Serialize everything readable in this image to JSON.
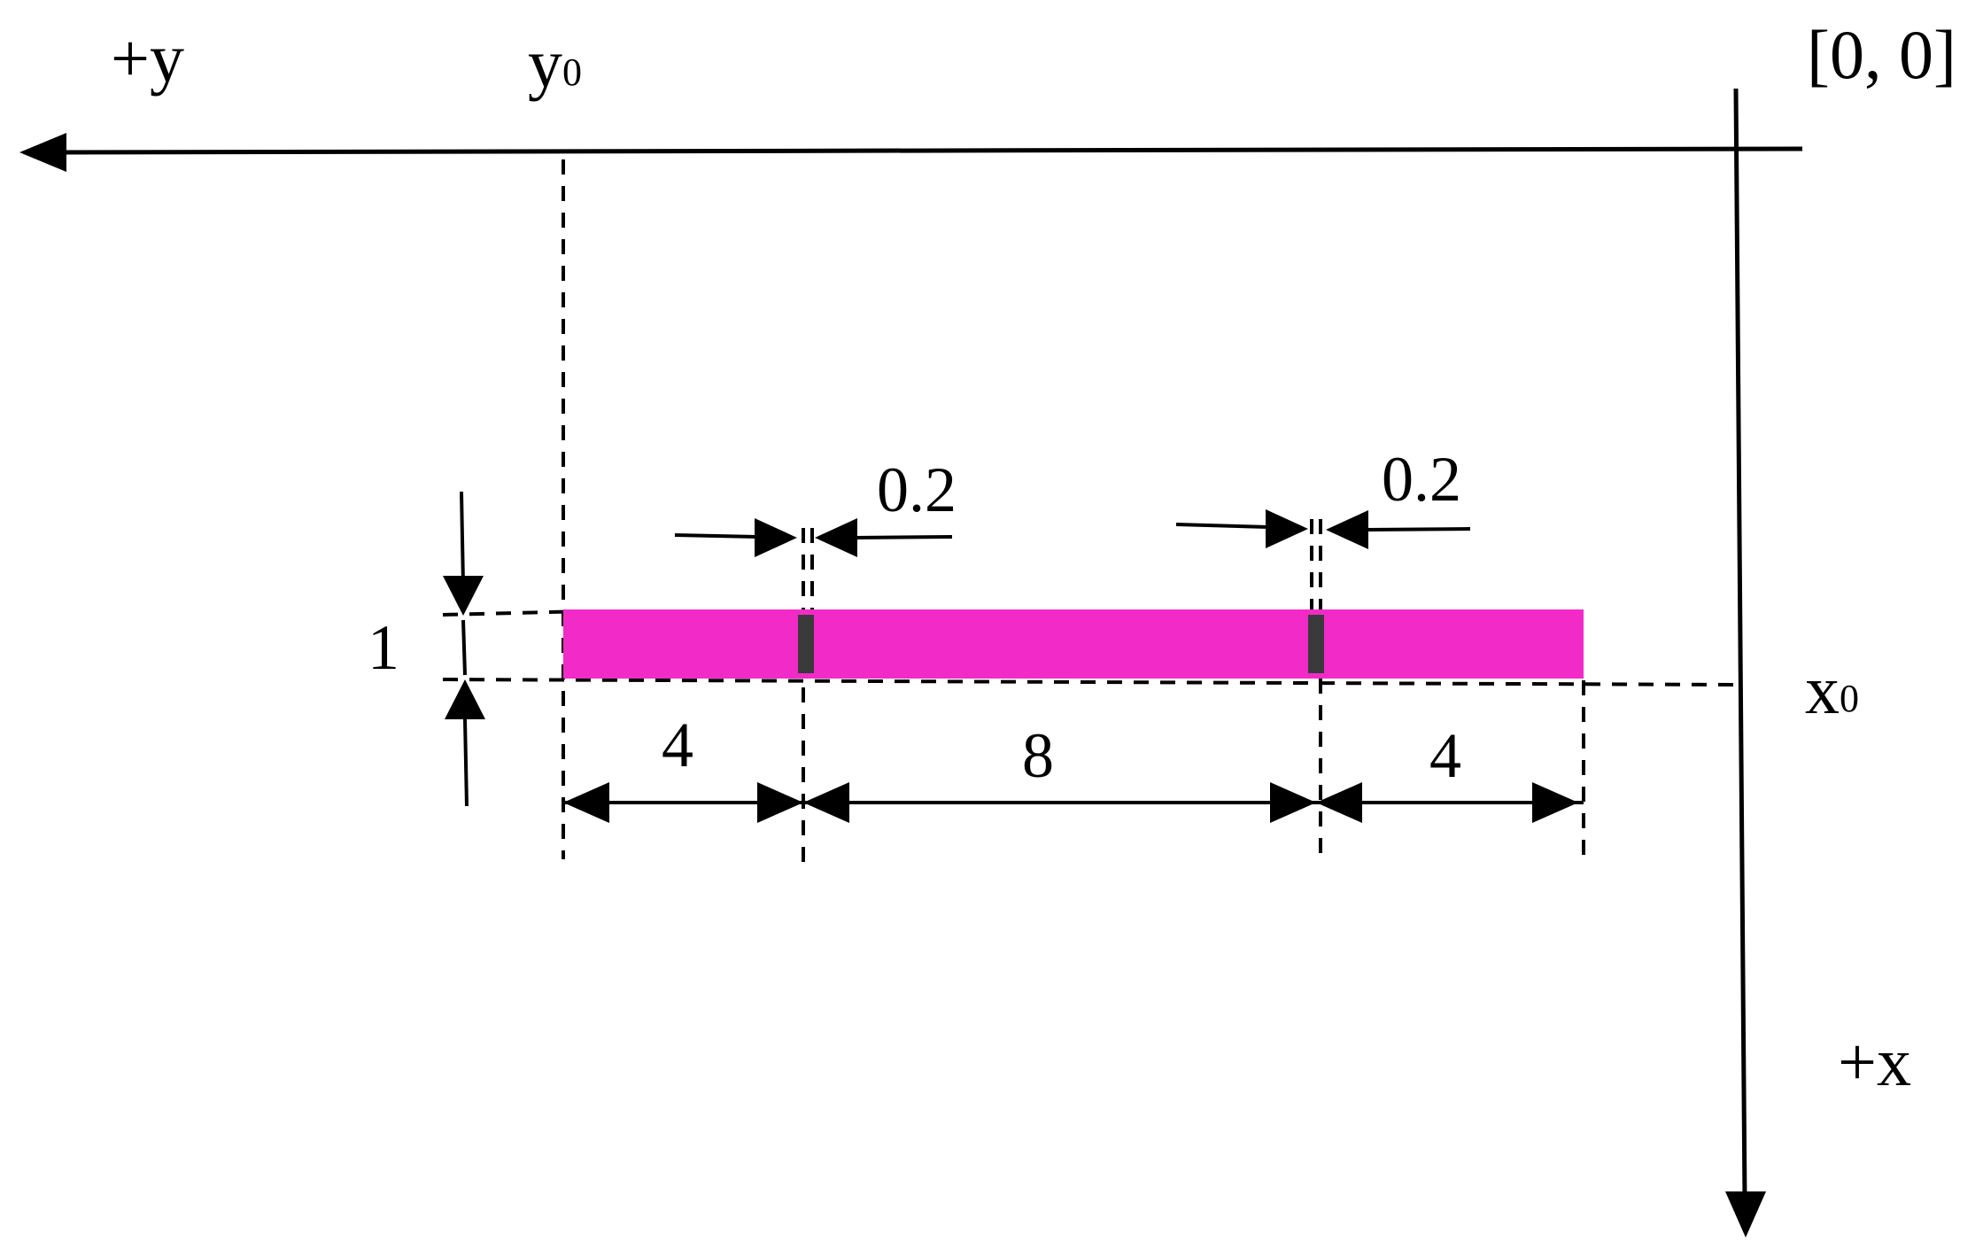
{
  "axes": {
    "y_axis_label": "+y",
    "x_axis_label": "+x",
    "origin_label": "[0, 0]",
    "y0_label": {
      "base": "y",
      "sub": "0"
    },
    "x0_label": {
      "base": "x",
      "sub": "0"
    }
  },
  "specimen": {
    "fill_color": "#f22bc8",
    "notch_color": "#3a3a3a",
    "height": "1",
    "segments": [
      "4",
      "8",
      "4"
    ],
    "notch_widths": [
      "0.2",
      "0.2"
    ]
  }
}
